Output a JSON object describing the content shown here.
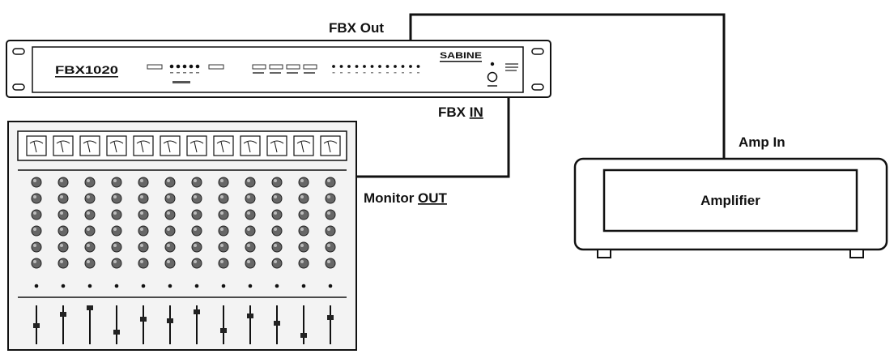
{
  "labels": {
    "fbx_out": "FBX Out",
    "fbx_in_prefix": "FBX ",
    "fbx_in_underlined": "IN",
    "amp_in": "Amp In",
    "monitor_out_prefix": "Monitor ",
    "monitor_out_underlined": "OUT",
    "amplifier": "Amplifier"
  },
  "rack_unit": {
    "model_logo": "FBX1020",
    "brand_logo": "SABINE"
  },
  "mixer": {
    "channels": 12,
    "knob_rows": 6
  },
  "colors": {
    "line": "#111111",
    "knob": "#555555",
    "background": "#ffffff"
  }
}
